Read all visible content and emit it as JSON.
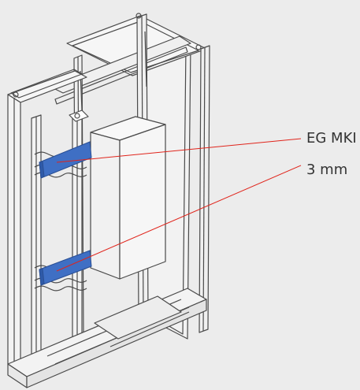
{
  "callouts": {
    "product": "EG MKI",
    "thickness": "3 mm"
  },
  "colors": {
    "background": "#ececec",
    "frame_line": "#4a4a4a",
    "frame_fill": "#f2f2f2",
    "insulator_blue": "#3f6fc4",
    "leader_line": "#e0241b"
  },
  "components": [
    {
      "name": "cabinet-frame",
      "kind": "line-drawing"
    },
    {
      "name": "device-box",
      "kind": "line-drawing"
    },
    {
      "name": "insulator-strip",
      "count": 2,
      "color": "#3f6fc4"
    }
  ]
}
